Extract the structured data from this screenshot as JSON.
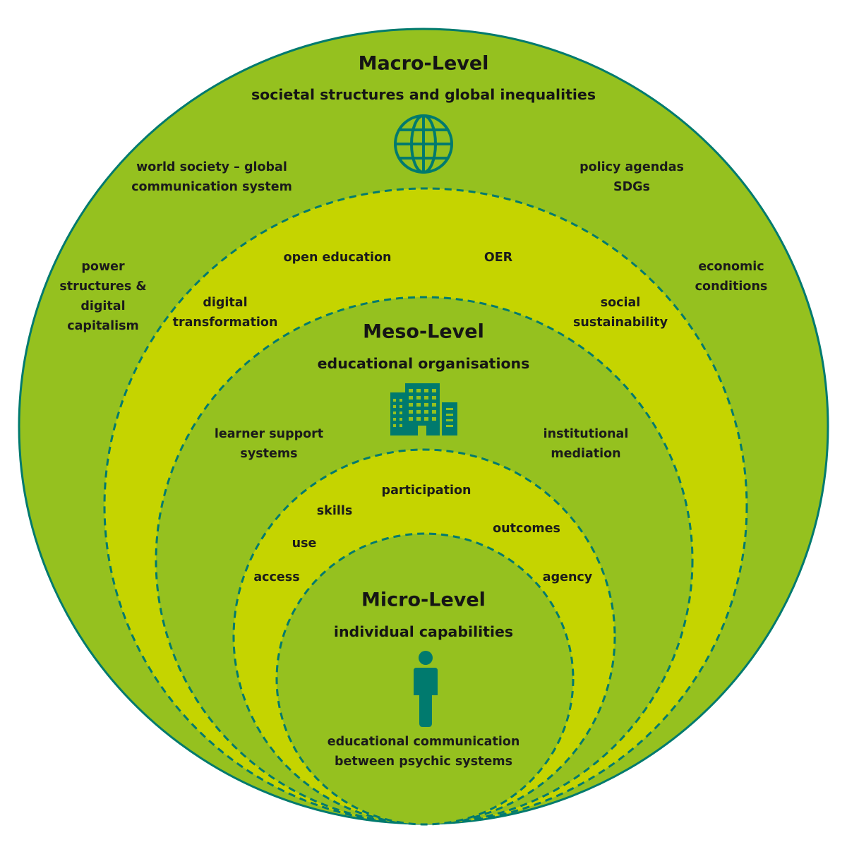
{
  "colors": {
    "outer_fill": "#95c11f",
    "ring_fill": "#c5d400",
    "outline": "#007a6e",
    "icon": "#007a6e",
    "text": "#1b1b1b"
  },
  "macro": {
    "title": "Macro-Level",
    "subtitle": "societal structures and global inequalities",
    "icon": "globe-icon",
    "items": {
      "world_society": "world society – global\ncommunication system",
      "policy": "policy agendas\nSDGs",
      "power": "power\nstructures &\ndigital\ncapitalism",
      "economic": "economic\nconditions"
    }
  },
  "ring1": {
    "items": {
      "open_education": "open education",
      "oer": "OER",
      "digital_transformation": "digital\ntransformation",
      "social_sustainability": "social\nsustainability"
    }
  },
  "meso": {
    "title": "Meso-Level",
    "subtitle": "educational organisations",
    "icon": "buildings-icon",
    "items": {
      "learner_support": "learner support\nsystems",
      "institutional": "institutional\nmediation"
    }
  },
  "ring2": {
    "items": {
      "participation": "participation",
      "skills": "skills",
      "outcomes": "outcomes",
      "use": "use",
      "access": "access",
      "agency": "agency"
    }
  },
  "micro": {
    "title": "Micro-Level",
    "subtitle": "individual capabilities",
    "icon": "person-icon",
    "footer": "educational communication\nbetween psychic systems"
  }
}
